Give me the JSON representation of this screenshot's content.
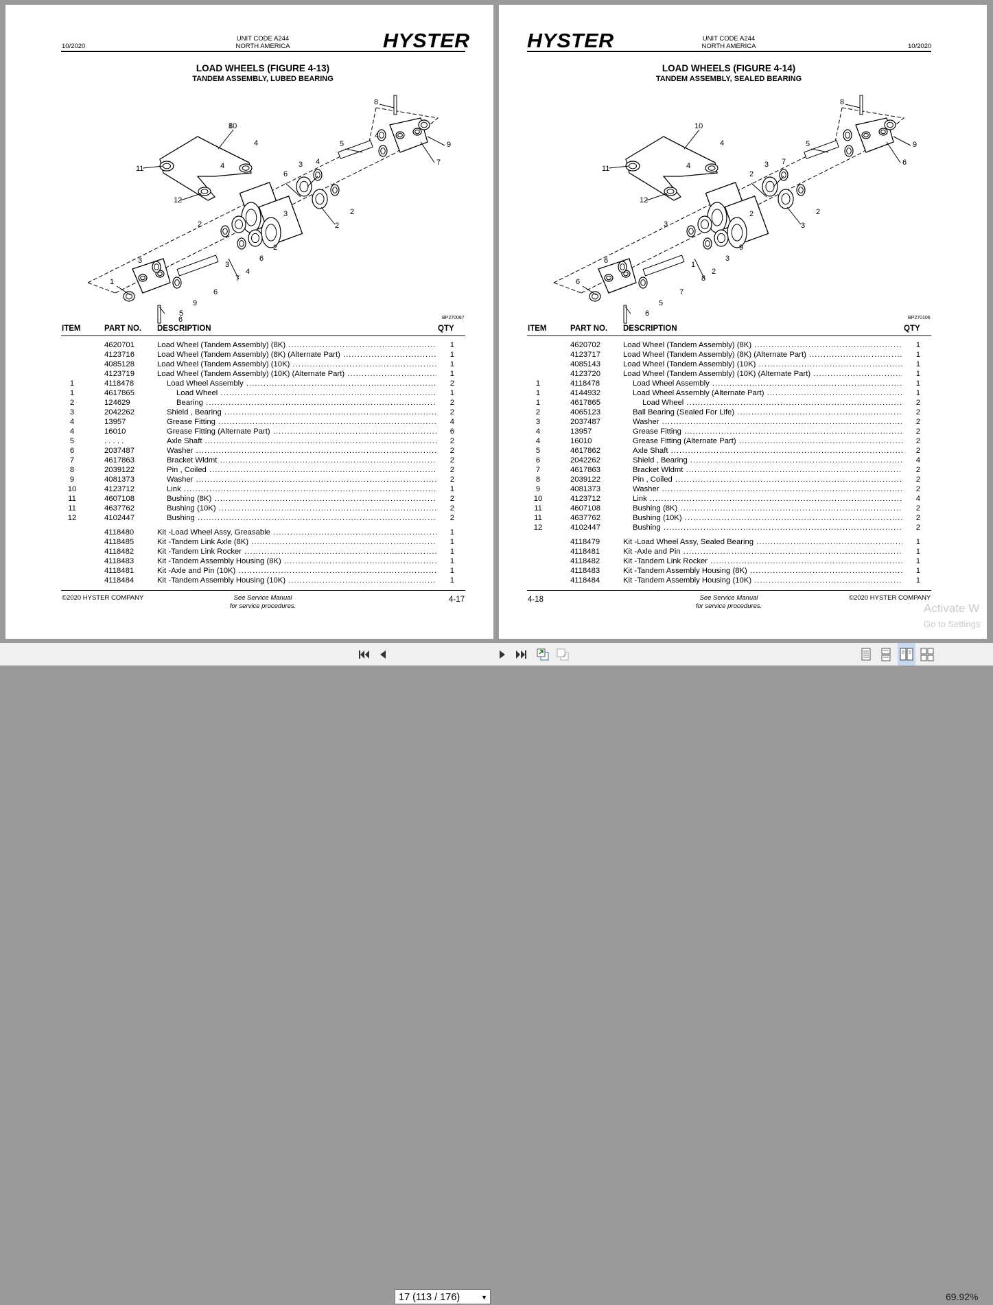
{
  "left_page": {
    "date": "10/2020",
    "unit_code": "UNIT CODE A244",
    "region": "NORTH AMERICA",
    "logo": "HYSTER",
    "title": "LOAD WHEELS (FIGURE 4-13)",
    "subtitle": "TANDEM ASSEMBLY, LUBED BEARING",
    "figure_id": "BP270087",
    "callouts": [
      "10",
      "4",
      "11",
      "4",
      "12",
      "8",
      "5",
      "9",
      "4",
      "7",
      "3",
      "6",
      "2",
      "3",
      "2",
      "2",
      "3",
      "6",
      "4",
      "3",
      "2",
      "1",
      "9",
      "6",
      "5",
      "7",
      "4",
      "6",
      "8"
    ],
    "headers": {
      "item": "ITEM",
      "part": "PART NO.",
      "desc": "DESCRIPTION",
      "qty": "QTY"
    },
    "rows": [
      {
        "item": "",
        "part": "4620701",
        "desc": "Load Wheel (Tandem Assembly) (8K)",
        "indent": 0,
        "qty": "1"
      },
      {
        "item": "",
        "part": "4123716",
        "desc": "Load Wheel (Tandem Assembly) (8K) (Alternate Part)",
        "indent": 0,
        "qty": "1"
      },
      {
        "item": "",
        "part": "4085128",
        "desc": "Load Wheel (Tandem Assembly) (10K)",
        "indent": 0,
        "qty": "1"
      },
      {
        "item": "",
        "part": "4123719",
        "desc": "Load Wheel (Tandem Assembly) (10K) (Alternate Part)",
        "indent": 0,
        "qty": "1"
      },
      {
        "item": "1",
        "part": "4118478",
        "desc": "Load Wheel Assembly",
        "indent": 1,
        "qty": "2"
      },
      {
        "item": "1",
        "part": "4617865",
        "desc": "Load Wheel",
        "indent": 2,
        "qty": "1"
      },
      {
        "item": "2",
        "part": "124629",
        "desc": "Bearing",
        "indent": 2,
        "qty": "2"
      },
      {
        "item": "3",
        "part": "2042262",
        "desc": "Shield , Bearing",
        "indent": 1,
        "qty": "2"
      },
      {
        "item": "4",
        "part": "13957",
        "desc": "Grease Fitting",
        "indent": 1,
        "qty": "4"
      },
      {
        "item": "4",
        "part": "16010",
        "desc": "Grease Fitting (Alternate Part)",
        "indent": 1,
        "qty": "6"
      },
      {
        "item": "5",
        "part": ". . . . .",
        "desc": "Axle Shaft",
        "indent": 1,
        "qty": "2"
      },
      {
        "item": "6",
        "part": "2037487",
        "desc": "Washer",
        "indent": 1,
        "qty": "2"
      },
      {
        "item": "7",
        "part": "4617863",
        "desc": "Bracket Wldmt",
        "indent": 1,
        "qty": "2"
      },
      {
        "item": "8",
        "part": "2039122",
        "desc": "Pin , Coiled",
        "indent": 1,
        "qty": "2"
      },
      {
        "item": "9",
        "part": "4081373",
        "desc": "Washer",
        "indent": 1,
        "qty": "2"
      },
      {
        "item": "10",
        "part": "4123712",
        "desc": "Link",
        "indent": 1,
        "qty": "1"
      },
      {
        "item": "11",
        "part": "4607108",
        "desc": "Bushing (8K)",
        "indent": 1,
        "qty": "2"
      },
      {
        "item": "11",
        "part": "4637762",
        "desc": "Bushing (10K)",
        "indent": 1,
        "qty": "2"
      },
      {
        "item": "12",
        "part": "4102447",
        "desc": "Bushing",
        "indent": 1,
        "qty": "2"
      }
    ],
    "kits": [
      {
        "item": "",
        "part": "4118480",
        "desc": "Kit -Load Wheel Assy, Greasable",
        "indent": 0,
        "qty": "1"
      },
      {
        "item": "",
        "part": "4118485",
        "desc": "Kit -Tandem Link Axle (8K)",
        "indent": 0,
        "qty": "1"
      },
      {
        "item": "",
        "part": "4118482",
        "desc": "Kit -Tandem Link Rocker",
        "indent": 0,
        "qty": "1"
      },
      {
        "item": "",
        "part": "4118483",
        "desc": "Kit -Tandem Assembly Housing (8K)",
        "indent": 0,
        "qty": "1"
      },
      {
        "item": "",
        "part": "4118481",
        "desc": "Kit -Axle and Pin (10K)",
        "indent": 0,
        "qty": "1"
      },
      {
        "item": "",
        "part": "4118484",
        "desc": "Kit -Tandem Assembly Housing (10K)",
        "indent": 0,
        "qty": "1"
      }
    ],
    "copyright": "©2020 HYSTER COMPANY",
    "see_manual": "See Service Manual",
    "procedures": "for service procedures.",
    "page_number": "4-17"
  },
  "right_page": {
    "date": "10/2020",
    "unit_code": "UNIT CODE A244",
    "region": "NORTH AMERICA",
    "logo": "HYSTER",
    "title": "LOAD WHEELS (FIGURE 4-14)",
    "subtitle": "TANDEM ASSEMBLY, SEALED BEARING",
    "figure_id": "BP270106",
    "callouts": [
      "10",
      "4",
      "11",
      "4",
      "12",
      "8",
      "5",
      "9",
      "7",
      "6",
      "3",
      "2",
      "3",
      "2",
      "2",
      "3",
      "6",
      "3",
      "2",
      "1",
      "9",
      "6",
      "5",
      "7",
      "6",
      "8"
    ],
    "headers": {
      "item": "ITEM",
      "part": "PART NO.",
      "desc": "DESCRIPTION",
      "qty": "QTY"
    },
    "rows": [
      {
        "item": "",
        "part": "4620702",
        "desc": "Load Wheel (Tandem Assembly) (8K)",
        "indent": 0,
        "qty": "1"
      },
      {
        "item": "",
        "part": "4123717",
        "desc": "Load Wheel (Tandem Assembly) (8K) (Alternate Part)",
        "indent": 0,
        "qty": "1"
      },
      {
        "item": "",
        "part": "4085143",
        "desc": "Load Wheel (Tandem Assembly) (10K)",
        "indent": 0,
        "qty": "1"
      },
      {
        "item": "",
        "part": "4123720",
        "desc": "Load Wheel (Tandem Assembly) (10K) (Alternate Part)",
        "indent": 0,
        "qty": "1"
      },
      {
        "item": "1",
        "part": "4118478",
        "desc": "Load Wheel Assembly",
        "indent": 1,
        "qty": "1"
      },
      {
        "item": "1",
        "part": "4144932",
        "desc": "Load Wheel Assembly (Alternate Part)",
        "indent": 1,
        "qty": "1"
      },
      {
        "item": "1",
        "part": "4617865",
        "desc": "Load Wheel",
        "indent": 2,
        "qty": "2"
      },
      {
        "item": "2",
        "part": "4065123",
        "desc": "Ball Bearing (Sealed For Life)",
        "indent": 1,
        "qty": "2"
      },
      {
        "item": "3",
        "part": "2037487",
        "desc": "Washer",
        "indent": 1,
        "qty": "2"
      },
      {
        "item": "4",
        "part": "13957",
        "desc": "Grease Fitting",
        "indent": 1,
        "qty": "2"
      },
      {
        "item": "4",
        "part": "16010",
        "desc": "Grease Fitting (Alternate Part)",
        "indent": 1,
        "qty": "2"
      },
      {
        "item": "5",
        "part": "4617862",
        "desc": "Axle Shaft",
        "indent": 1,
        "qty": "2"
      },
      {
        "item": "6",
        "part": "2042262",
        "desc": "Shield , Bearing",
        "indent": 1,
        "qty": "4"
      },
      {
        "item": "7",
        "part": "4617863",
        "desc": "Bracket Wldmt",
        "indent": 1,
        "qty": "2"
      },
      {
        "item": "8",
        "part": "2039122",
        "desc": "Pin , Coiled",
        "indent": 1,
        "qty": "2"
      },
      {
        "item": "9",
        "part": "4081373",
        "desc": "Washer",
        "indent": 1,
        "qty": "2"
      },
      {
        "item": "10",
        "part": "4123712",
        "desc": "Link",
        "indent": 1,
        "qty": "4"
      },
      {
        "item": "11",
        "part": "4607108",
        "desc": "Bushing (8K)",
        "indent": 1,
        "qty": "2"
      },
      {
        "item": "11",
        "part": "4637762",
        "desc": "Bushing (10K)",
        "indent": 1,
        "qty": "2"
      },
      {
        "item": "12",
        "part": "4102447",
        "desc": "Bushing",
        "indent": 1,
        "qty": "2"
      }
    ],
    "kits": [
      {
        "item": "",
        "part": "4118479",
        "desc": "Kit -Load Wheel Assy, Sealed Bearing",
        "indent": 0,
        "qty": "1"
      },
      {
        "item": "",
        "part": "4118481",
        "desc": "Kit -Axle and Pin",
        "indent": 0,
        "qty": "1"
      },
      {
        "item": "",
        "part": "4118482",
        "desc": "Kit -Tandem Link Rocker",
        "indent": 0,
        "qty": "1"
      },
      {
        "item": "",
        "part": "4118483",
        "desc": "Kit -Tandem Assembly Housing (8K)",
        "indent": 0,
        "qty": "1"
      },
      {
        "item": "",
        "part": "4118484",
        "desc": "Kit -Tandem Assembly Housing (10K)",
        "indent": 0,
        "qty": "1"
      }
    ],
    "copyright": "©2020 HYSTER COMPANY",
    "see_manual": "See Service Manual",
    "procedures": "for service procedures.",
    "page_number": "4-18"
  },
  "toolbar": {
    "page_value": "17 (113 / 176)",
    "zoom": "69.92%",
    "icons": [
      "first-page-icon",
      "prev-page-icon",
      "next-page-icon",
      "last-page-icon",
      "go-back-icon",
      "go-forward-icon",
      "single-page-icon",
      "continuous-icon",
      "facing-icon",
      "continuous-facing-icon"
    ]
  },
  "watermark": {
    "line1": "Activate W",
    "line2": "Go to Settings"
  }
}
